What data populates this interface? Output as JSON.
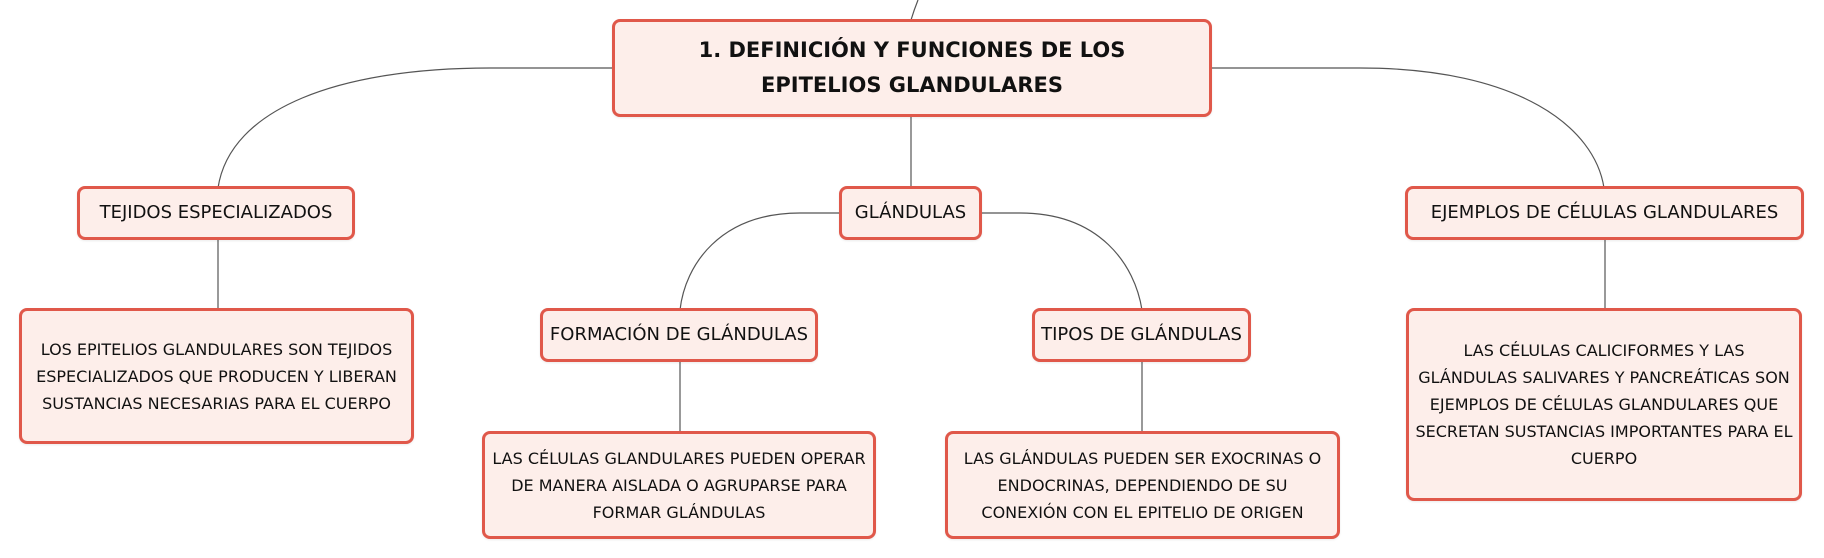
{
  "colors": {
    "node_fill": "#fdeeea",
    "node_border": "#e0584a",
    "connector": "#555555",
    "text": "#111111"
  },
  "root": {
    "text": "1. DEFINICIÓN Y FUNCIONES DE LOS EPITELIOS GLANDULARES"
  },
  "branches": {
    "tejidos": {
      "title": "TEJIDOS ESPECIALIZADOS",
      "detail": "LOS EPITELIOS GLANDULARES SON TEJIDOS ESPECIALIZADOS QUE PRODUCEN Y LIBERAN SUSTANCIAS NECESARIAS PARA EL CUERPO"
    },
    "glandulas": {
      "title": "GLÁNDULAS",
      "formacion": {
        "title": "FORMACIÓN DE GLÁNDULAS",
        "detail": "LAS CÉLULAS GLANDULARES PUEDEN OPERAR DE MANERA AISLADA O AGRUPARSE PARA FORMAR GLÁNDULAS"
      },
      "tipos": {
        "title": "TIPOS DE GLÁNDULAS",
        "detail": "LAS GLÁNDULAS PUEDEN SER EXOCRINAS O ENDOCRINAS, DEPENDIENDO DE SU CONEXIÓN CON EL EPITELIO DE ORIGEN"
      }
    },
    "ejemplos": {
      "title": "EJEMPLOS DE CÉLULAS GLANDULARES",
      "detail": "LAS CÉLULAS CALICIFORMES Y LAS GLÁNDULAS SALIVARES Y PANCREÁTICAS SON EJEMPLOS DE CÉLULAS GLANDULARES QUE SECRETAN SUSTANCIAS IMPORTANTES PARA EL CUERPO"
    }
  }
}
